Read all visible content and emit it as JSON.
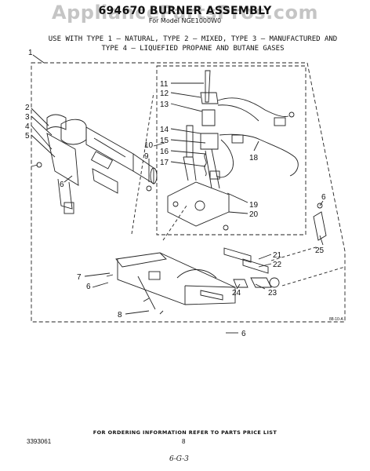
{
  "header": {
    "title": "694670 BURNER ASSEMBLY",
    "subtitle": "For Model NGE1000W0",
    "watermark": "AppliancePartsPros.com"
  },
  "usage_note": "USE WITH TYPE 1 — NATURAL, TYPE 2 — MIXED, TYPE 3 — MANUFACTURED AND TYPE 4 — LIQUEFIED PROPANE AND BUTANE GASES",
  "callouts": [
    "1",
    "2",
    "3",
    "4",
    "5",
    "6",
    "6",
    "6",
    "6",
    "7",
    "8",
    "9",
    "10",
    "11",
    "12",
    "13",
    "14",
    "15",
    "16",
    "17",
    "18",
    "19",
    "20",
    "21",
    "22",
    "23",
    "24",
    "25"
  ],
  "figure_ref": "88-10-A",
  "footer": {
    "ordering": "FOR ORDERING INFORMATION REFER TO PARTS PRICE LIST",
    "doc_number": "3393061",
    "page_number": "8",
    "hand_note": "6-G-3"
  }
}
